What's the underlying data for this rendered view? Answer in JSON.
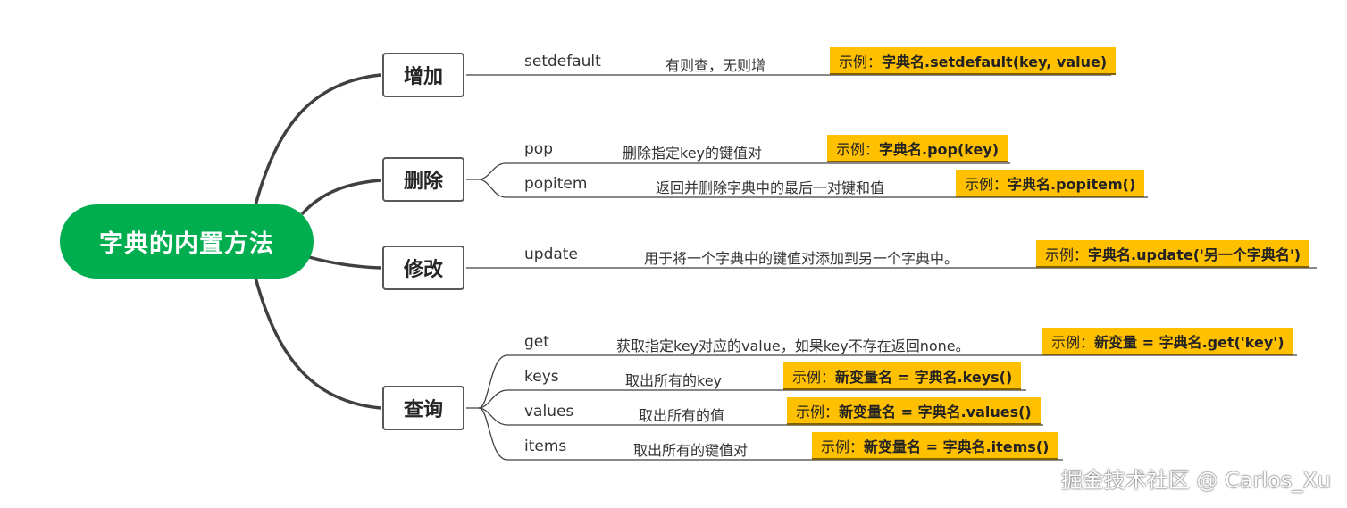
{
  "root": {
    "label": "字典的内置方法"
  },
  "categories": [
    {
      "label": "增加",
      "methods": [
        {
          "name": "setdefault",
          "desc": "有则查，无则增",
          "example_prefix": "示例：",
          "example_code": "字典名.setdefault(key, value)"
        }
      ]
    },
    {
      "label": "删除",
      "methods": [
        {
          "name": "pop",
          "desc": "删除指定key的键值对",
          "example_prefix": "示例：",
          "example_code": "字典名.pop(key)"
        },
        {
          "name": "popitem",
          "desc": "返回并删除字典中的最后一对键和值",
          "example_prefix": "示例：",
          "example_code": "字典名.popitem()"
        }
      ]
    },
    {
      "label": "修改",
      "methods": [
        {
          "name": "update",
          "desc": "用于将一个字典中的键值对添加到另一个字典中。",
          "example_prefix": "示例：",
          "example_code": "字典名.update('另一个字典名')"
        }
      ]
    },
    {
      "label": "查询",
      "methods": [
        {
          "name": "get",
          "desc": "获取指定key对应的value，如果key不存在返回none。",
          "example_prefix": "示例：",
          "example_code": "新变量 = 字典名.get('key')"
        },
        {
          "name": "keys",
          "desc": "取出所有的key",
          "example_prefix": "示例：",
          "example_code": "新变量名 = 字典名.keys()"
        },
        {
          "name": "values",
          "desc": "取出所有的值",
          "example_prefix": "示例：",
          "example_code": "新变量名 = 字典名.values()"
        },
        {
          "name": "items",
          "desc": "取出所有的键值对",
          "example_prefix": "示例：",
          "example_code": "新变量名 = 字典名.items()"
        }
      ]
    }
  ],
  "watermark": "掘金技术社区 @ Carlos_Xu",
  "colors": {
    "root_fill": "#00ad4f",
    "example_fill": "#ffc000",
    "connector": "#404040",
    "category_border": "#595959"
  }
}
